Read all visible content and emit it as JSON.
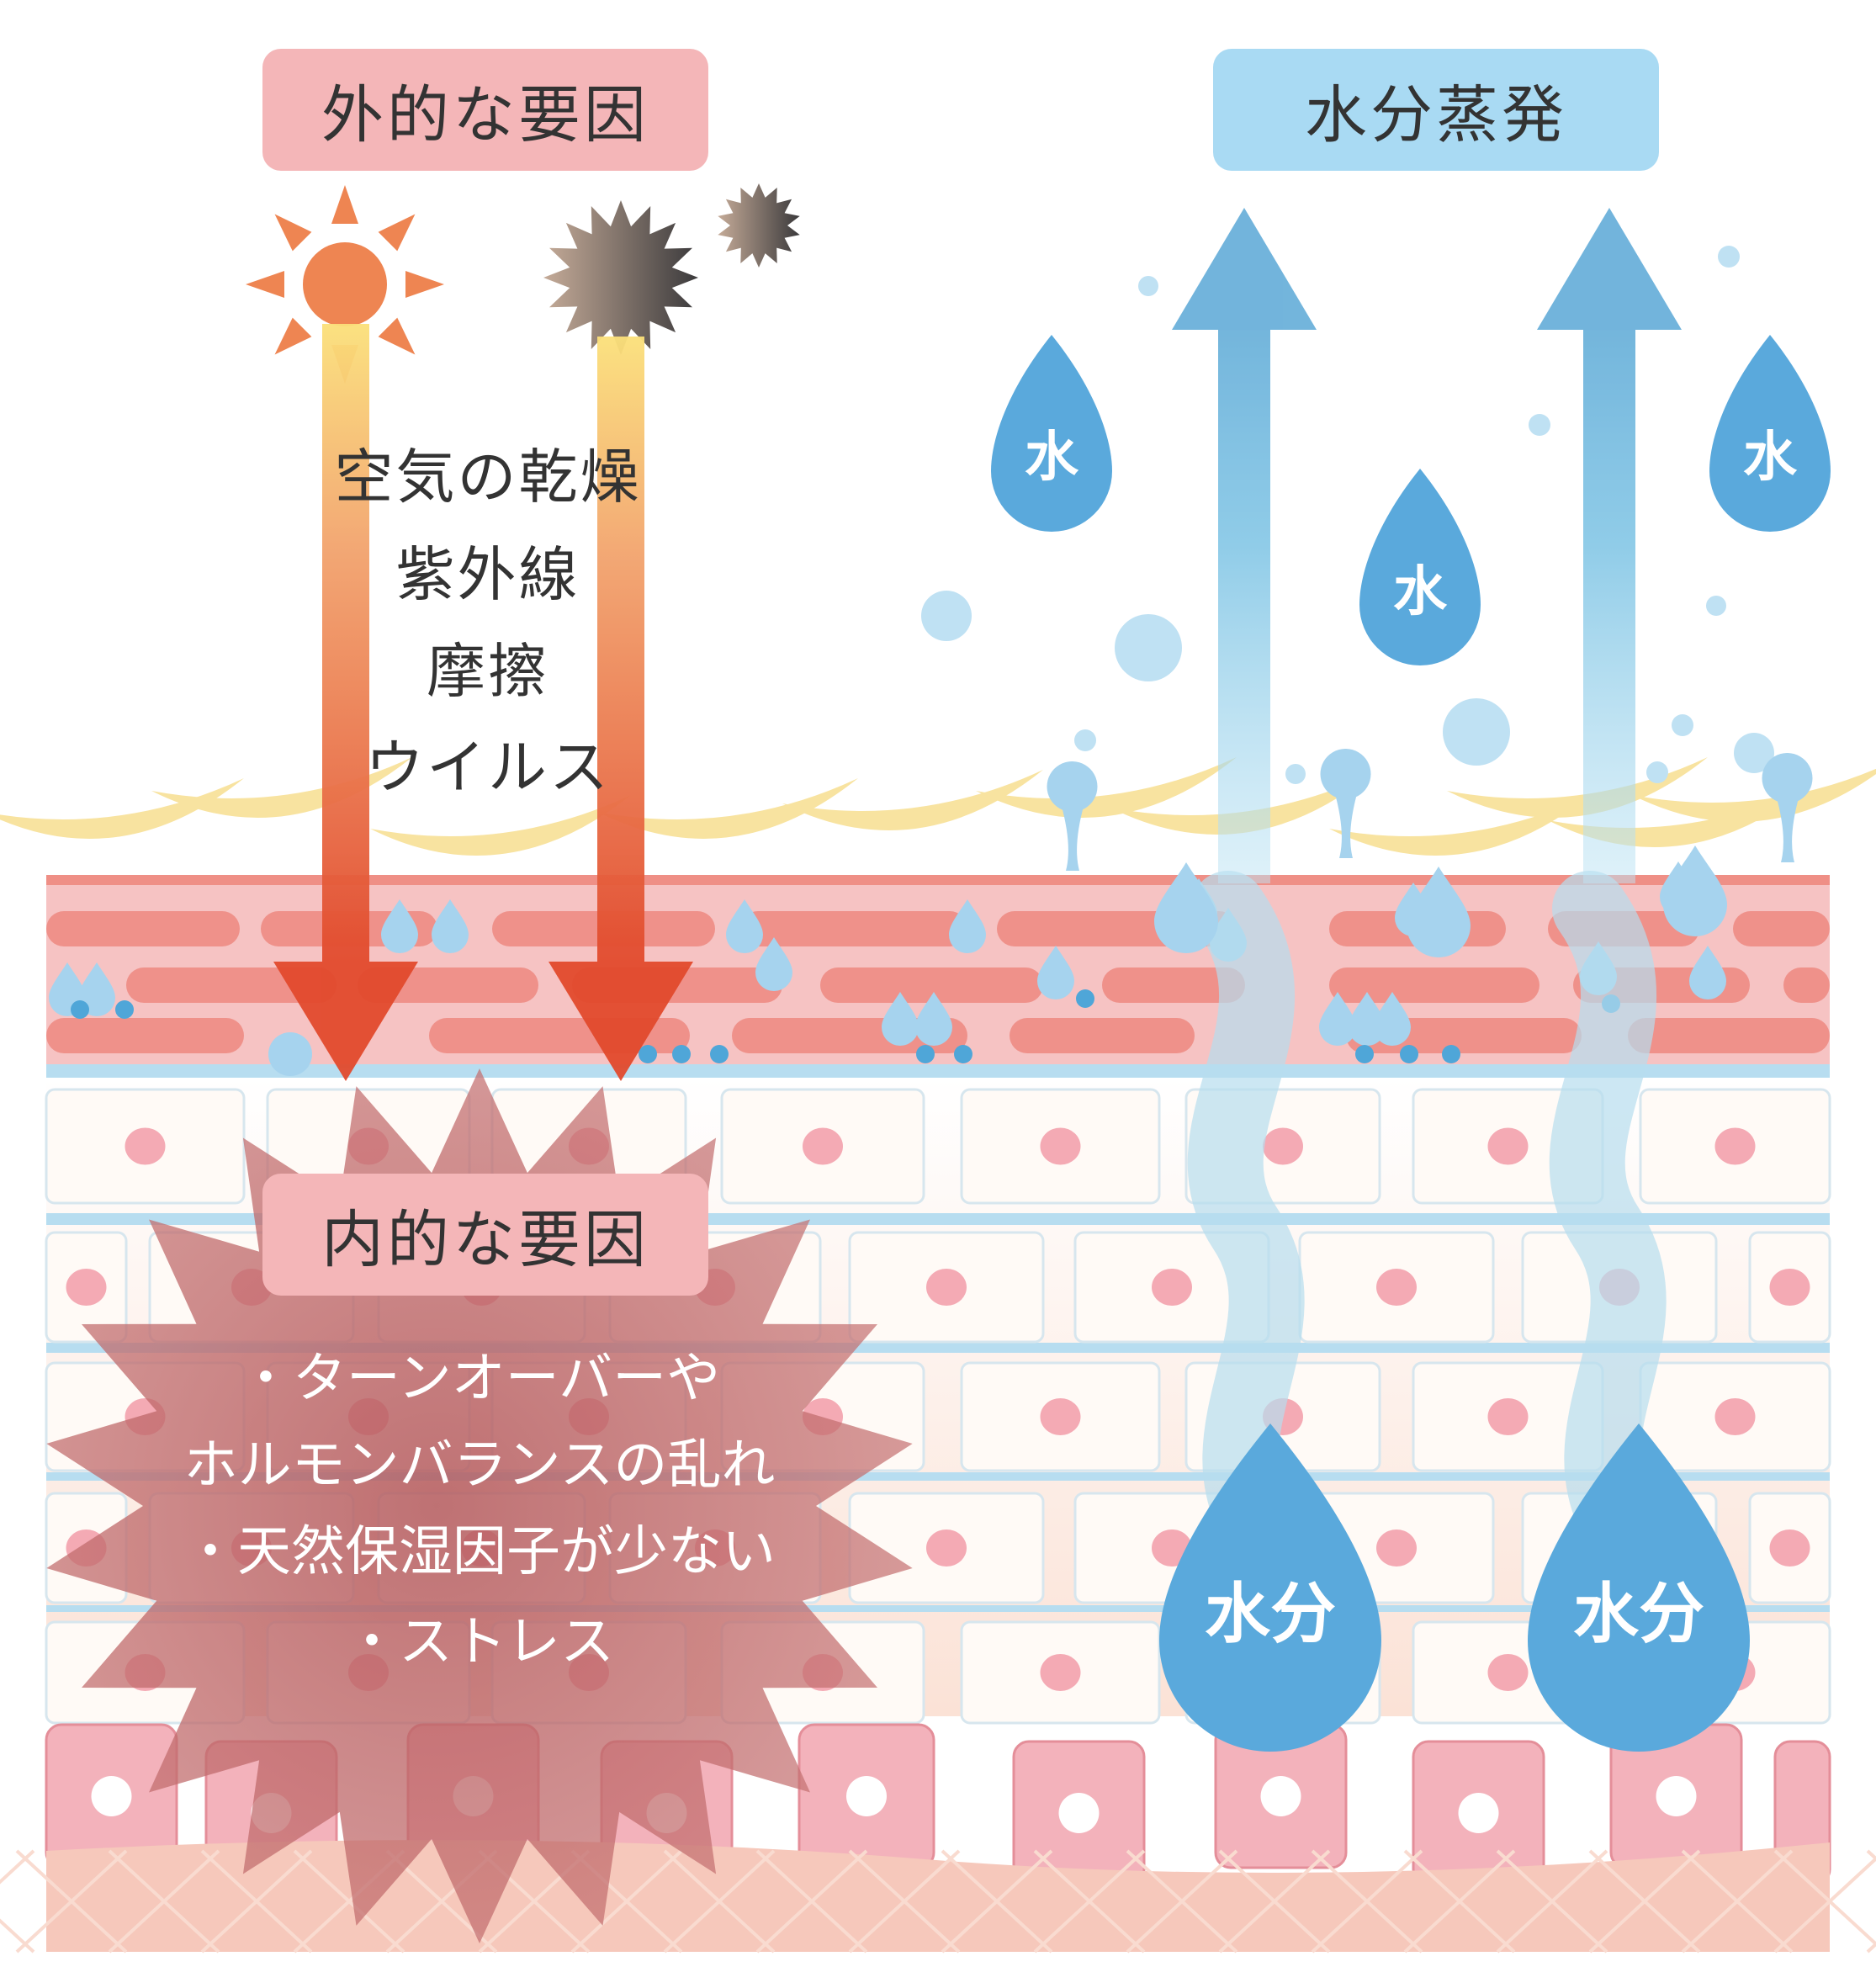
{
  "external": {
    "title": "外的な要因",
    "factors": [
      "空気の乾燥",
      "紫外線",
      "摩擦",
      "ウイルス"
    ]
  },
  "evaporation": {
    "title": "水分蒸発",
    "small_drop_label": "水",
    "big_drop_label": "水分"
  },
  "internal": {
    "title": "内的な要因",
    "lines": [
      "・ターンオーバーや",
      "ホルモンバランスの乱れ",
      "・天然保湿因子が少ない",
      "・ストレス"
    ]
  },
  "colors": {
    "label_pink": "#f4b6b8",
    "label_blue": "#a9daf3",
    "sun": "#ee8552",
    "water_drop": "#5aa9dc",
    "stratum_corneum": "#f2a8a4",
    "basal_cell": "#f3b2bb"
  }
}
